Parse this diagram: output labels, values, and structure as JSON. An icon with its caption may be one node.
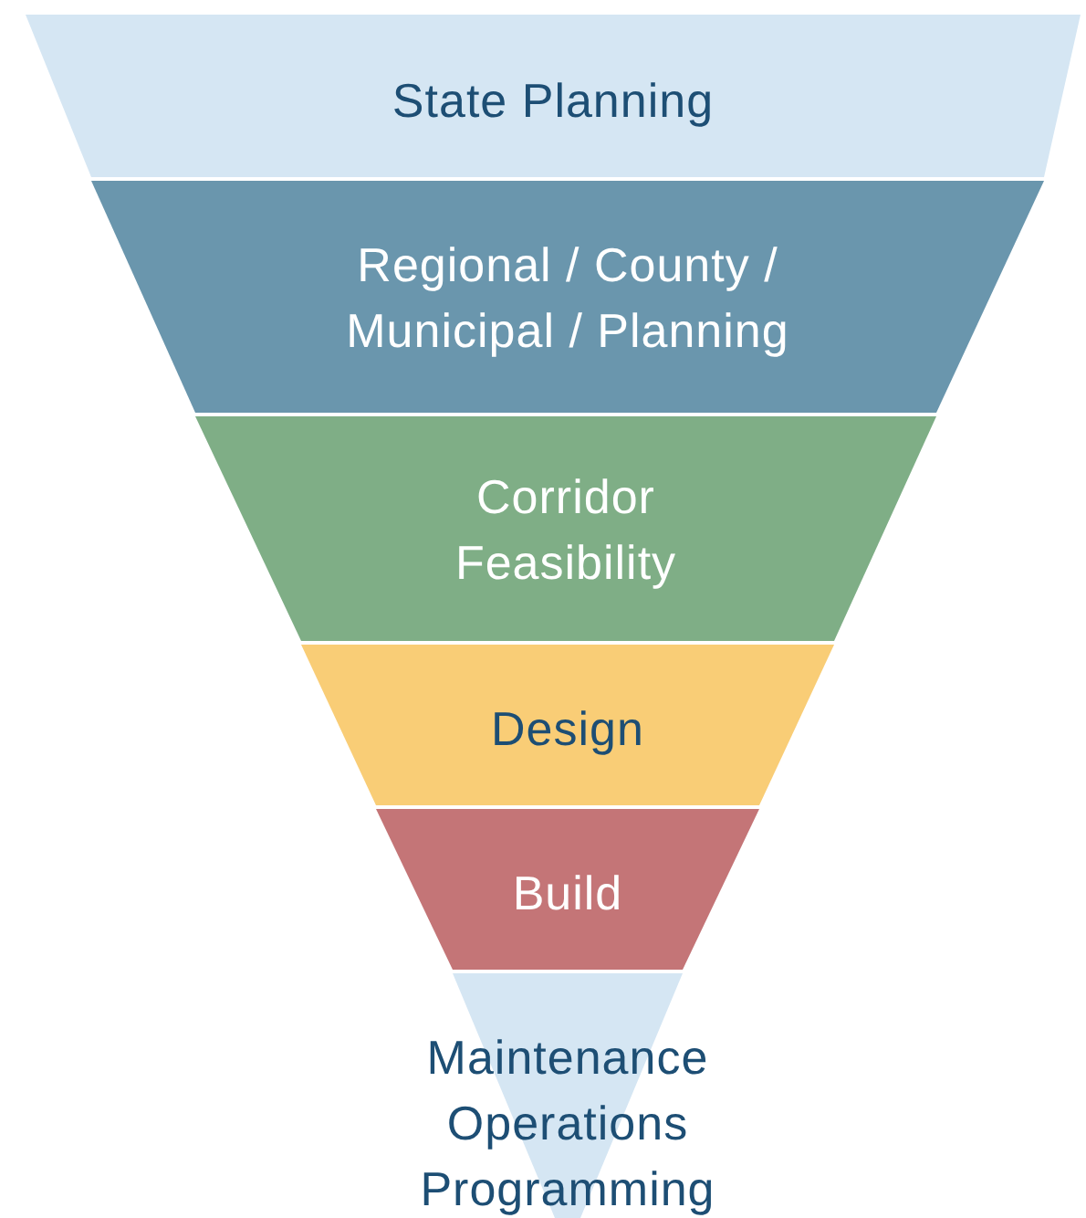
{
  "diagram": {
    "nodes": [
      {
        "text": [
          "State Planning"
        ]
      },
      {
        "text": [
          "Regional / County / Municipal / Planning"
        ]
      },
      {
        "text": [
          "Corridor Feasibility"
        ]
      },
      {
        "text": [
          "Design"
        ]
      },
      {
        "text": [
          "Build"
        ]
      },
      {
        "text": [
          "Maintenance Operations Programming"
        ]
      }
    ]
  }
}
